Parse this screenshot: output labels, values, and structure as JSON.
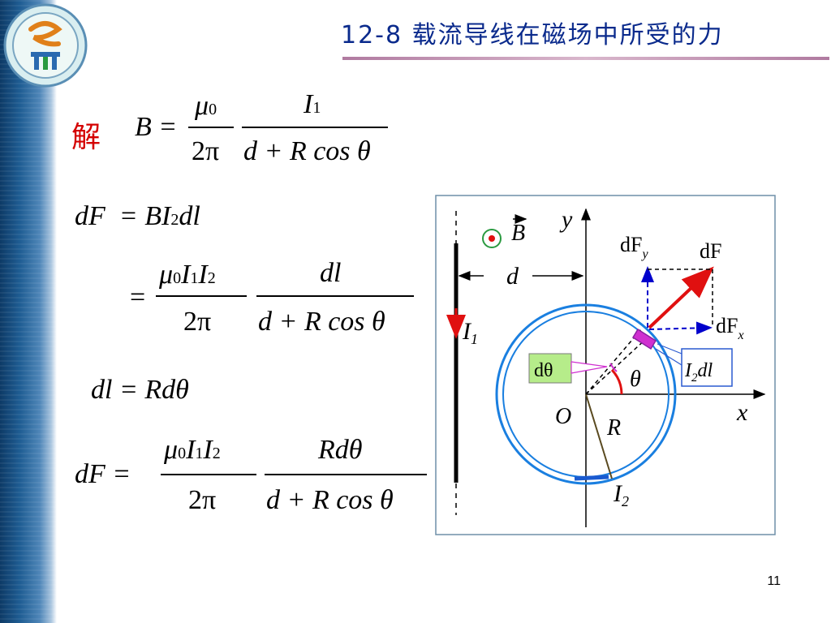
{
  "header": {
    "title": "12-8   载流导线在磁场中所受的力"
  },
  "solution_label": "解",
  "eq1": {
    "lhs": "B =",
    "f1_num": "μ",
    "f1_num_sub": "0",
    "f1_den": "2π",
    "f2_num": "I",
    "f2_num_sub": "1",
    "f2_den": "d + R cos θ"
  },
  "eq2": {
    "text_a": "dF",
    "text_b": "= BI",
    "sub": "2",
    "text_c": "dl"
  },
  "eq3": {
    "lhs": "=",
    "num": "μ",
    "num_sub": "0",
    "num_rest": "I",
    "num_rest_sub": "1",
    "num_rest2": "I",
    "num_rest2_sub": "2",
    "den": "2π",
    "f2_num": "dl",
    "f2_den": "d + R cos θ"
  },
  "eq4": {
    "text": "dl = Rdθ"
  },
  "eq5": {
    "lhs": "dF =",
    "num": "μ",
    "num_sub": "0",
    "num_rest": "I",
    "num_rest_sub": "1",
    "num_rest2": "I",
    "num_rest2_sub": "2",
    "den": "2π",
    "f2_num": "Rdθ",
    "f2_den": "d + R cos θ"
  },
  "diagram": {
    "B_label": "B",
    "y_label": "y",
    "x_label": "x",
    "d_label": "d",
    "O_label": "O",
    "R_label": "R",
    "I1_label": "I",
    "I1_sub": "1",
    "I2_label": "I",
    "I2_sub": "2",
    "theta_label": "θ",
    "dtheta_label": "dθ",
    "dFy_label": "dF",
    "dFy_sub": "y",
    "dF_label": "dF",
    "dFx_label": "dF",
    "dFx_sub": "x",
    "I2dl_label": "I",
    "I2dl_sub": "2",
    "I2dl_rest": "dl"
  },
  "page_number": "11",
  "colors": {
    "title": "#0a2a8c",
    "solve": "#d40000",
    "ring": "#1a7fe0",
    "force": "#e01010",
    "dashed": "#0000cc",
    "magenta": "#d030d0"
  }
}
